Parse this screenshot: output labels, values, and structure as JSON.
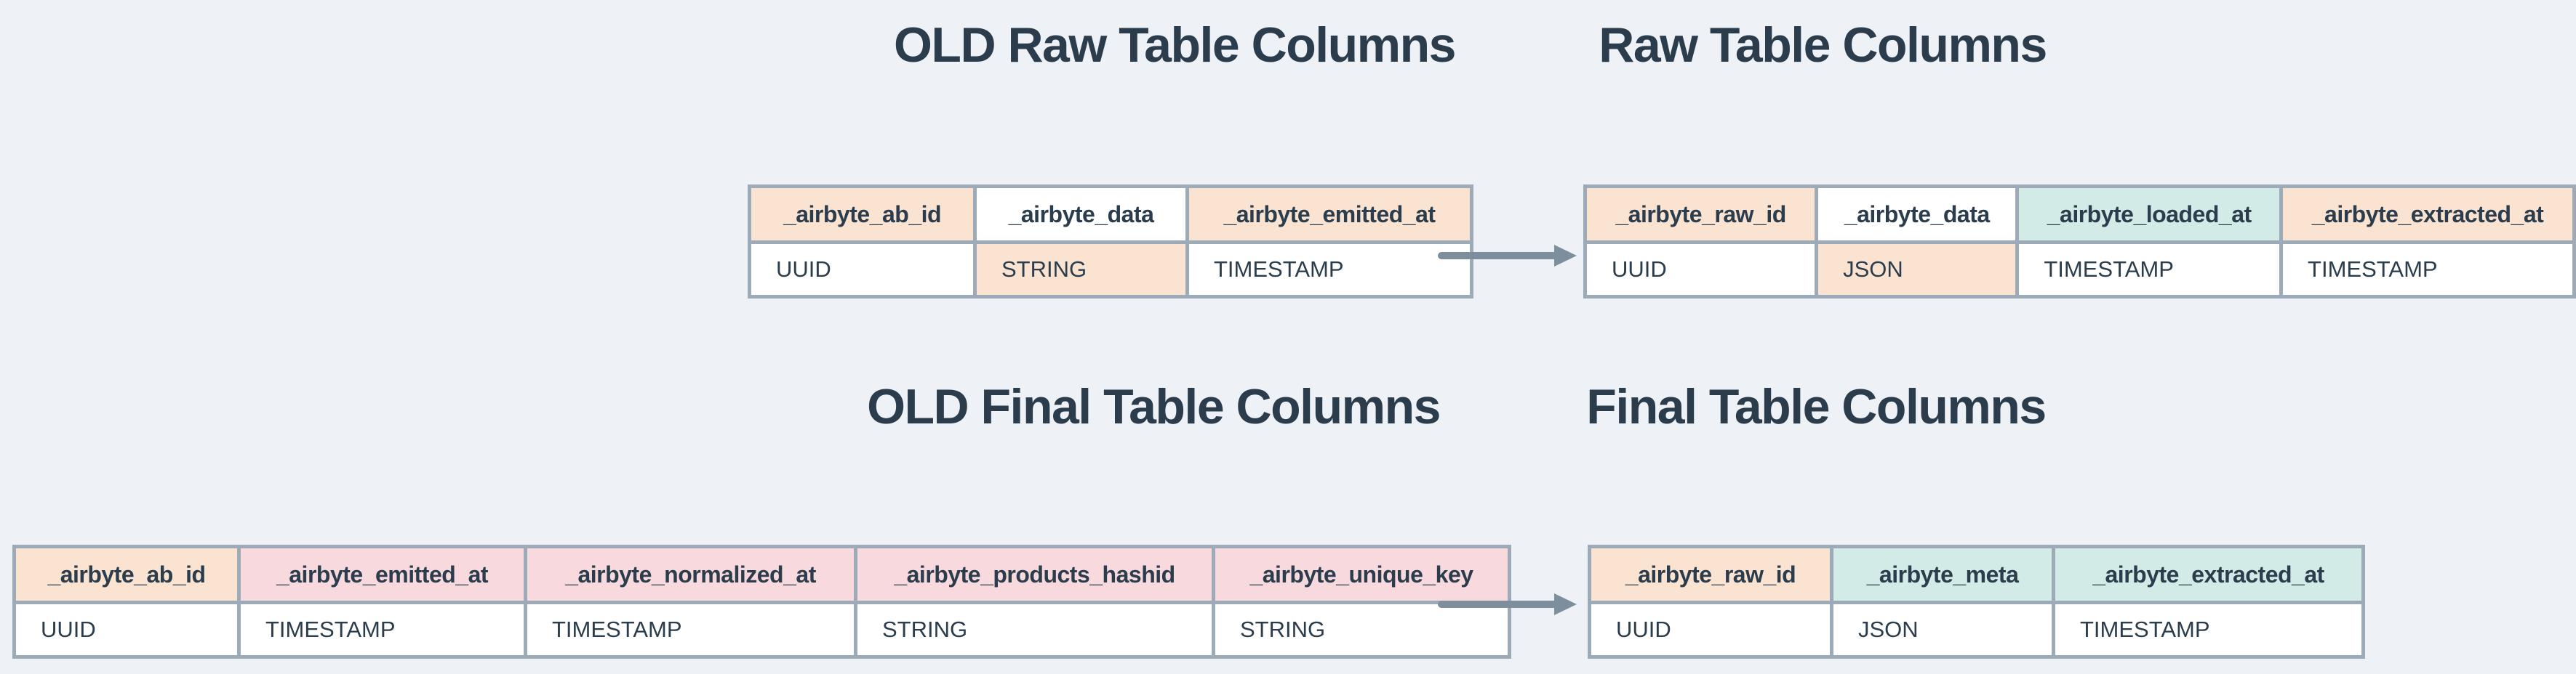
{
  "colors": {
    "background": "#eef1f5",
    "text": "#2b3d4c",
    "border": "#9dabb8",
    "arrow": "#7d8e9d",
    "peach": "#fae3d1",
    "pink": "#f8dade",
    "teal": "#d2ebe6",
    "white": "#ffffff"
  },
  "icons": {
    "migration_arrow": "right-arrow"
  },
  "sections": [
    {
      "id": "raw",
      "old": {
        "title": "OLD Raw Table Columns",
        "columns": [
          {
            "name": "_airbyte_ab_id",
            "type": "UUID",
            "header_bg": "peach",
            "type_bg": "white"
          },
          {
            "name": "_airbyte_data",
            "type": "STRING",
            "header_bg": "white",
            "type_bg": "peach"
          },
          {
            "name": "_airbyte_emitted_at",
            "type": "TIMESTAMP",
            "header_bg": "peach",
            "type_bg": "white"
          }
        ]
      },
      "new": {
        "title": "Raw Table Columns",
        "columns": [
          {
            "name": "_airbyte_raw_id",
            "type": "UUID",
            "header_bg": "peach",
            "type_bg": "white"
          },
          {
            "name": "_airbyte_data",
            "type": "JSON",
            "header_bg": "white",
            "type_bg": "peach"
          },
          {
            "name": "_airbyte_loaded_at",
            "type": "TIMESTAMP",
            "header_bg": "teal",
            "type_bg": "white"
          },
          {
            "name": "_airbyte_extracted_at",
            "type": "TIMESTAMP",
            "header_bg": "peach",
            "type_bg": "white"
          }
        ]
      }
    },
    {
      "id": "final",
      "old": {
        "title": "OLD Final Table Columns",
        "columns": [
          {
            "name": "_airbyte_ab_id",
            "type": "UUID",
            "header_bg": "peach",
            "type_bg": "white"
          },
          {
            "name": "_airbyte_emitted_at",
            "type": "TIMESTAMP",
            "header_bg": "pink",
            "type_bg": "white"
          },
          {
            "name": "_airbyte_normalized_at",
            "type": "TIMESTAMP",
            "header_bg": "pink",
            "type_bg": "white"
          },
          {
            "name": "_airbyte_products_hashid",
            "type": "STRING",
            "header_bg": "pink",
            "type_bg": "white"
          },
          {
            "name": "_airbyte_unique_key",
            "type": "STRING",
            "header_bg": "pink",
            "type_bg": "white"
          }
        ]
      },
      "new": {
        "title": "Final Table Columns",
        "columns": [
          {
            "name": "_airbyte_raw_id",
            "type": "UUID",
            "header_bg": "peach",
            "type_bg": "white"
          },
          {
            "name": "_airbyte_meta",
            "type": "JSON",
            "header_bg": "teal",
            "type_bg": "white"
          },
          {
            "name": "_airbyte_extracted_at",
            "type": "TIMESTAMP",
            "header_bg": "teal",
            "type_bg": "white"
          }
        ]
      }
    }
  ]
}
